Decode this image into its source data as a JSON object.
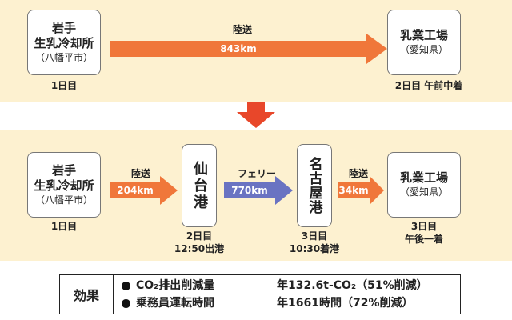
{
  "top_route": {
    "origin": {
      "line1": "岩手",
      "line2": "生乳冷却所",
      "line3": "（八幡平市）",
      "day": "1日目"
    },
    "arrow": {
      "label": "陸送",
      "distance": "843km",
      "color": "#f0773a"
    },
    "destination": {
      "line1": "乳業工場",
      "line2": "",
      "line3": "（愛知県）",
      "day": "2日目 午前中着"
    }
  },
  "transition_arrow_color": "#e8472a",
  "bottom_route": {
    "origin": {
      "line1": "岩手",
      "line2": "生乳冷却所",
      "line3": "（八幡平市）",
      "day": "1日目"
    },
    "leg1": {
      "label": "陸送",
      "distance": "204km",
      "color": "#f0773a"
    },
    "port1": {
      "name": "仙台港",
      "day": "2日目",
      "time": "12:50出港"
    },
    "leg2": {
      "label": "フェリー",
      "distance": "770km",
      "color": "#6a73c2"
    },
    "port2": {
      "name": "名古屋港",
      "day": "3日目",
      "time": "10:30着港"
    },
    "leg3": {
      "label": "陸送",
      "distance": "34km",
      "color": "#f0773a"
    },
    "destination": {
      "line1": "乳業工場",
      "line2": "",
      "line3": "（愛知県）",
      "day": "3日目",
      "time": "午後一着"
    }
  },
  "effect": {
    "title": "効果",
    "rows": [
      {
        "label": "CO₂排出削減量",
        "value": "年132.6t-CO₂（51%削減）"
      },
      {
        "label": "乗務員運転時間",
        "value": "年1661時間（72%削減）"
      }
    ]
  }
}
